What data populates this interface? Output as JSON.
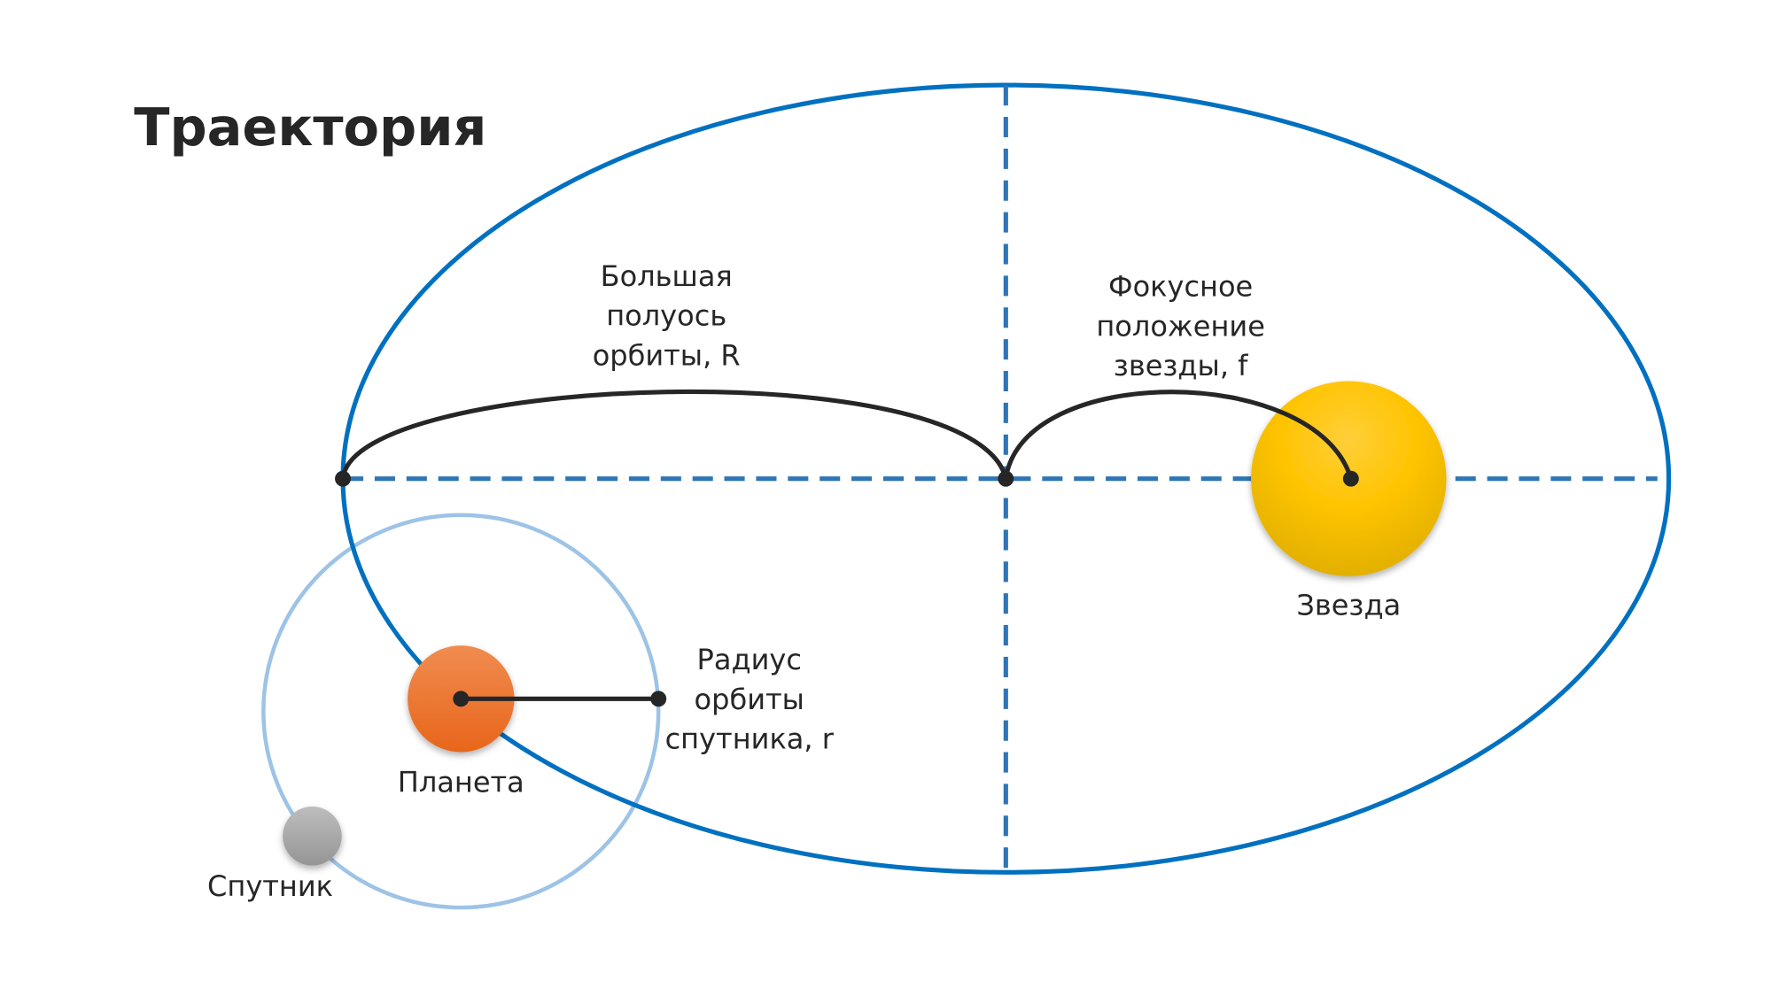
{
  "title": "Траектория",
  "labels": {
    "semi_major_axis": [
      "Большая",
      "полуось",
      "орбиты, R"
    ],
    "focus": [
      "Фокусное",
      "положение",
      "звезды, f"
    ],
    "satellite_radius": [
      "Радиус",
      "орбиты",
      "спутника, r"
    ],
    "star": "Звезда",
    "planet": "Планета",
    "satellite": "Спутник"
  },
  "colors": {
    "orbit": "#0070c0",
    "axes": "#2e75b6",
    "satellite_orbit": "#9dc3e6",
    "star": "#ffc000",
    "planet": "#ed7d31",
    "satellite": "#a6a6a6",
    "lines": "#262626"
  }
}
